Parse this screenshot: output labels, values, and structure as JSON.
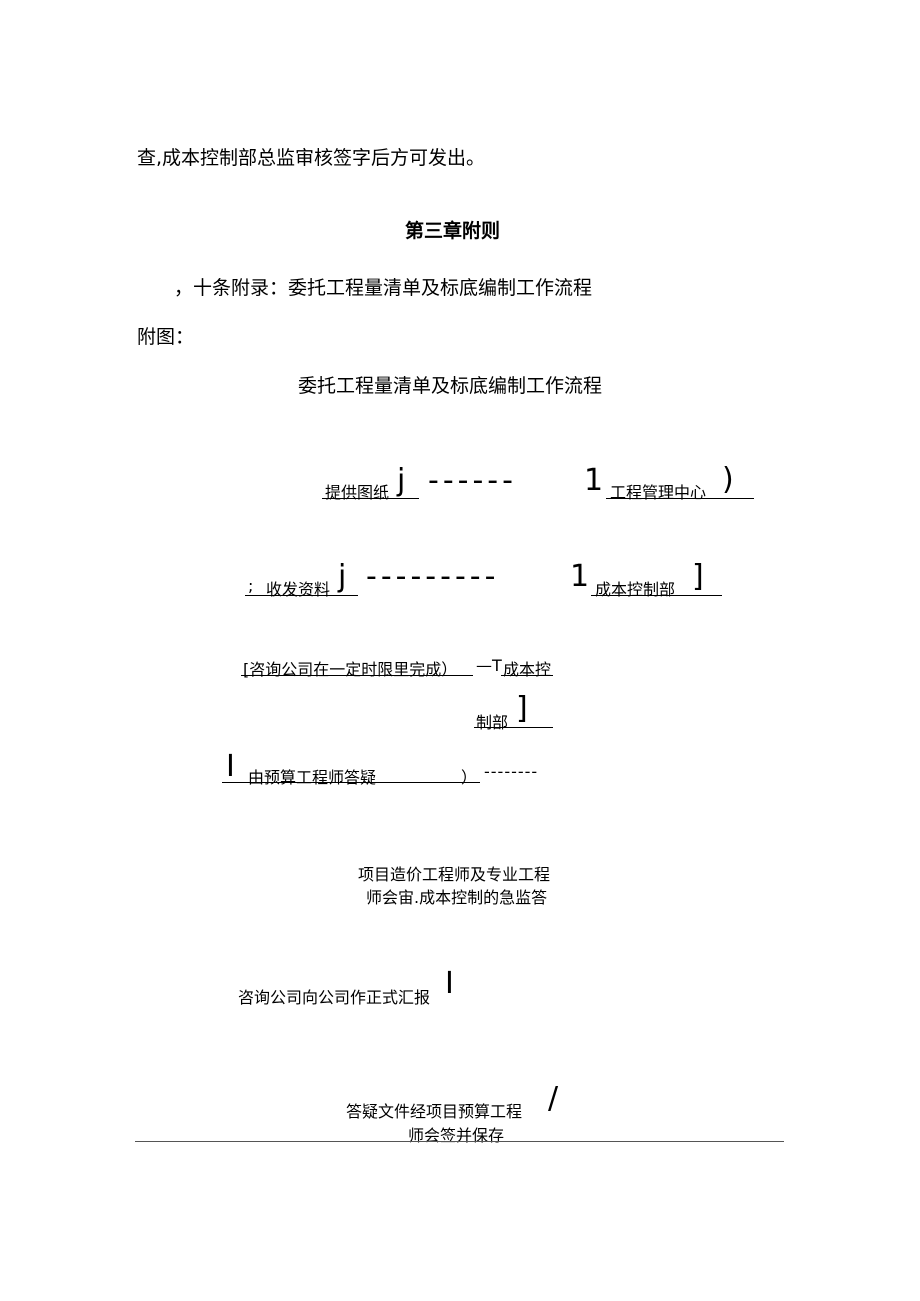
{
  "paragraph_1": "查,成本控制部总监审核签字后方可发出。",
  "chapter_heading": "第三章附则",
  "article_line": "，十条附录：委托工程量清单及标底编制工作流程",
  "attachment_label": "附图：",
  "figure_title": "委托工程量清单及标底编制工作流程",
  "flow": {
    "step1_label": "提供图纸",
    "step1_mark_left": "j",
    "step1_dashes": "------",
    "step1_mark_right": "1",
    "step1_target": "工程管理中心",
    "step1_bracket": ")",
    "step2_prefix": ";",
    "step2_label": "收发资料",
    "step2_mark_left": "j",
    "step2_dashes": "---------",
    "step2_mark_right": "1",
    "step2_target": "成本控制部",
    "step2_bracket": "]",
    "step3_label": "[咨询公司在一定时限里完成）",
    "step3_arrow": "—T",
    "step3_target_a": "成本控",
    "step3_target_b": "制部",
    "step3_bracket": "]",
    "step4_mark": "I",
    "step4_label": "由预算工程师答疑",
    "step4_paren": "）",
    "step4_dashes": "--------",
    "step5_line1": "项目造价工程师及专业工程",
    "step5_line2": "师会宙.成本控制的急监答",
    "step6_label": "咨询公司向公司作正式汇报",
    "step6_mark": "I",
    "step7_line1": "答疑文件经项目预算工程",
    "step7_line2": "师会签并保存",
    "step7_bracket": "/"
  }
}
